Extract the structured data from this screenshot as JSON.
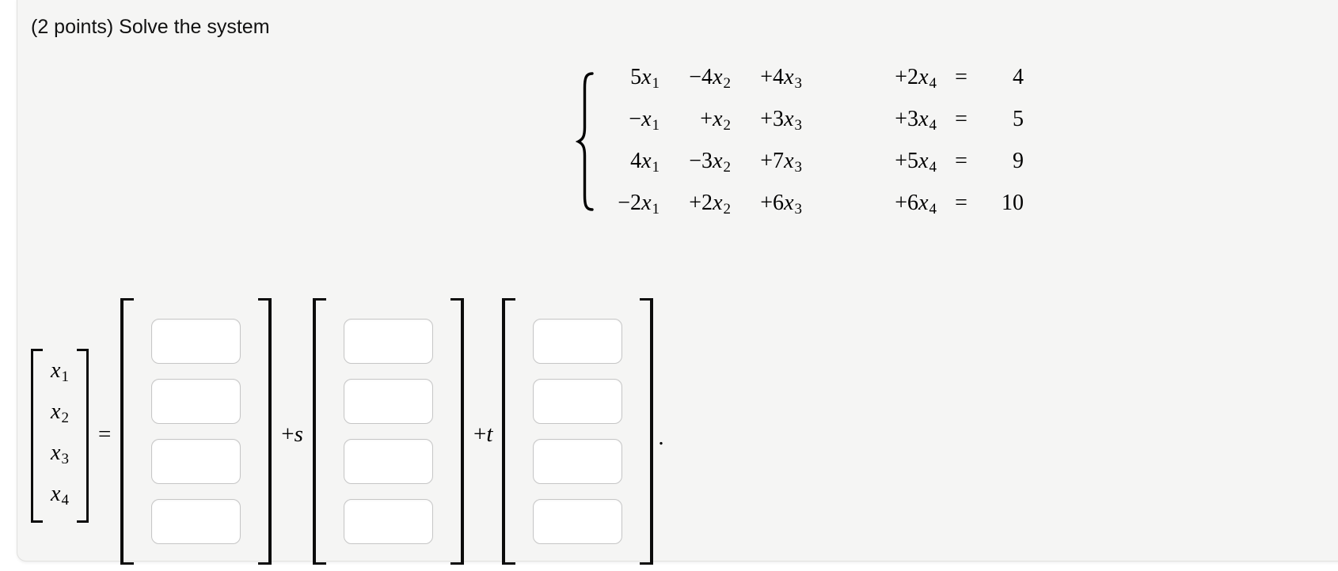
{
  "header": {
    "problem_text": "(2 points) Solve the system"
  },
  "colors": {
    "panel_bg": "#f5f5f4",
    "panel_border": "#e1e1df",
    "input_border": "#c6c6c6",
    "text": "#000000"
  },
  "system": {
    "equations": [
      {
        "terms": [
          {
            "coef": "5",
            "var": "x",
            "sub": "1"
          },
          {
            "coef": "−4",
            "var": "x",
            "sub": "2"
          },
          {
            "coef": "+4",
            "var": "x",
            "sub": "3"
          },
          {
            "coef": "+2",
            "var": "x",
            "sub": "4"
          }
        ],
        "eq": "=",
        "rhs": "4"
      },
      {
        "terms": [
          {
            "coef": "−",
            "var": "x",
            "sub": "1"
          },
          {
            "coef": "+",
            "var": "x",
            "sub": "2"
          },
          {
            "coef": "+3",
            "var": "x",
            "sub": "3"
          },
          {
            "coef": "+3",
            "var": "x",
            "sub": "4"
          }
        ],
        "eq": "=",
        "rhs": "5"
      },
      {
        "terms": [
          {
            "coef": "4",
            "var": "x",
            "sub": "1"
          },
          {
            "coef": "−3",
            "var": "x",
            "sub": "2"
          },
          {
            "coef": "+7",
            "var": "x",
            "sub": "3"
          },
          {
            "coef": "+5",
            "var": "x",
            "sub": "4"
          }
        ],
        "eq": "=",
        "rhs": "9"
      },
      {
        "terms": [
          {
            "coef": "−2",
            "var": "x",
            "sub": "1"
          },
          {
            "coef": "+2",
            "var": "x",
            "sub": "2"
          },
          {
            "coef": "+6",
            "var": "x",
            "sub": "3"
          },
          {
            "coef": "+6",
            "var": "x",
            "sub": "4"
          }
        ],
        "eq": "=",
        "rhs": "10"
      }
    ]
  },
  "answer": {
    "vector": [
      {
        "var": "x",
        "sub": "1"
      },
      {
        "var": "x",
        "sub": "2"
      },
      {
        "var": "x",
        "sub": "3"
      },
      {
        "var": "x",
        "sub": "4"
      }
    ],
    "equals": "=",
    "scalar_s": {
      "plus": "+",
      "var": "s"
    },
    "scalar_t": {
      "plus": "+",
      "var": "t"
    },
    "period": ".",
    "matrices": [
      {
        "boxes": [
          "",
          "",
          "",
          ""
        ]
      },
      {
        "boxes": [
          "",
          "",
          "",
          ""
        ]
      },
      {
        "boxes": [
          "",
          "",
          "",
          ""
        ]
      }
    ]
  }
}
